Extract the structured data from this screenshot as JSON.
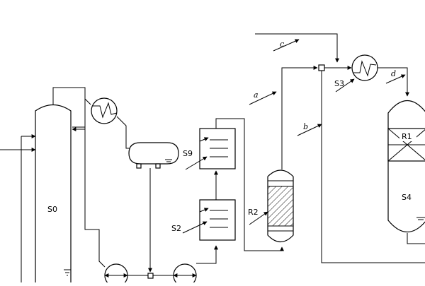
{
  "labels": {
    "s0": "S0",
    "s1": "R1",
    "s2": "S2",
    "s3": "S3",
    "s4": "S4",
    "s9": "S9",
    "r2": "R2",
    "stream_a": "a",
    "stream_b": "b",
    "stream_c": "c",
    "stream_d": "d"
  }
}
